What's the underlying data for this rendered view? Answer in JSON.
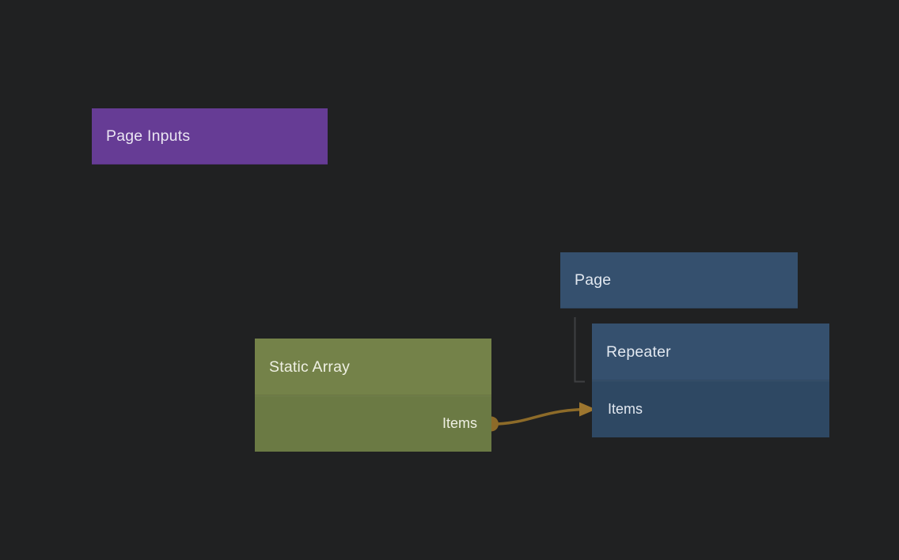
{
  "canvas": {
    "background_color": "#202122"
  },
  "nodes": {
    "page_inputs": {
      "title": "Page Inputs",
      "header_color": "#663c95",
      "text_color": "#eae5f2"
    },
    "page": {
      "title": "Page",
      "header_color": "#35506e",
      "text_color": "#e2e8f0"
    },
    "static_array": {
      "title": "Static Array",
      "header_color": "#748249",
      "body_color": "#6b7a44",
      "text_color": "#eff0e3",
      "output_port": {
        "label": "Items"
      }
    },
    "repeater": {
      "title": "Repeater",
      "header_color": "#35506e",
      "body_color": "#2e4863",
      "text_color": "#e2e8f0",
      "input_port": {
        "label": "Items"
      }
    }
  },
  "edges": {
    "data_connection": {
      "from_node": "Static Array",
      "from_port": "Items",
      "to_node": "Repeater",
      "to_port": "Items",
      "color": "#8d6b29",
      "arrowhead_color": "#9d762f"
    },
    "hierarchy_connection": {
      "from_node": "Page",
      "to_node": "Repeater",
      "color": "#3e4042"
    }
  }
}
